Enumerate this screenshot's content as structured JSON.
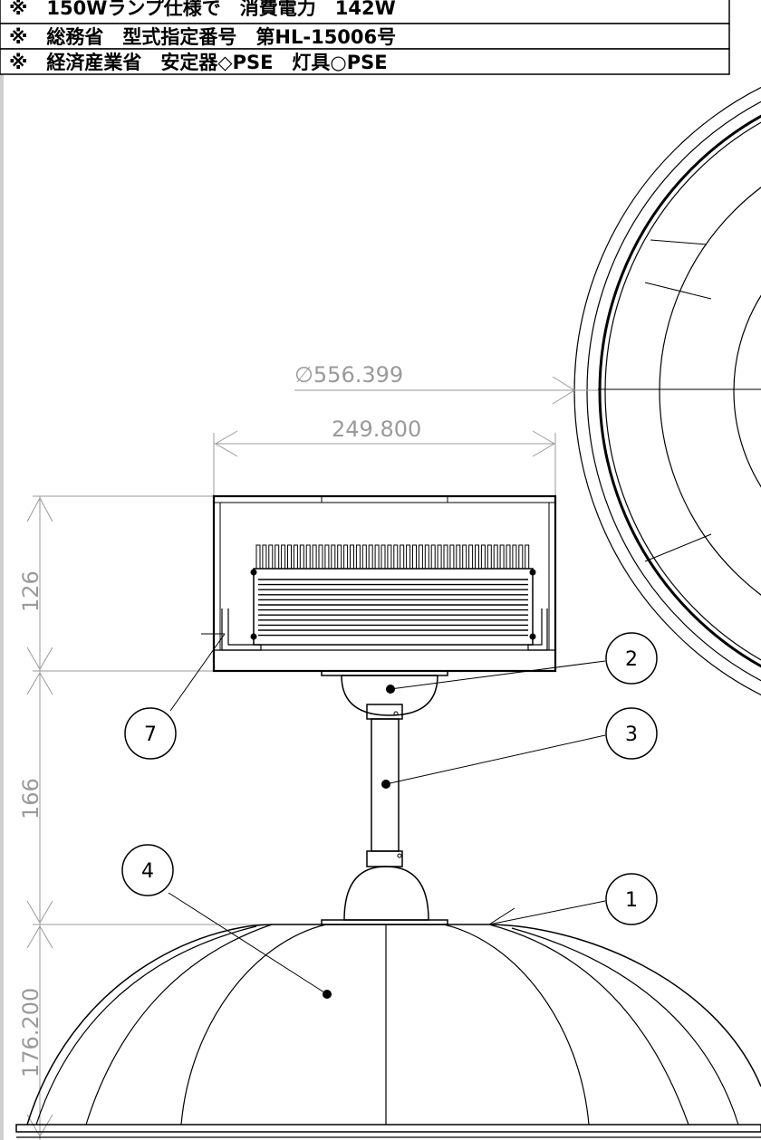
{
  "notes": [
    "※　150Wランプ仕様で　消費電力　142W",
    "※　総務省　型式指定番号　第HL-15006号",
    "※　経済産業省　安定器◇PSE　灯具○PSE"
  ],
  "dimensions": {
    "diameter": "∅556.399",
    "width": "249.800",
    "h_top": "126",
    "h_mid": "166",
    "h_bottom": "176.200"
  },
  "balloons": [
    "1",
    "2",
    "3",
    "4",
    "7"
  ]
}
